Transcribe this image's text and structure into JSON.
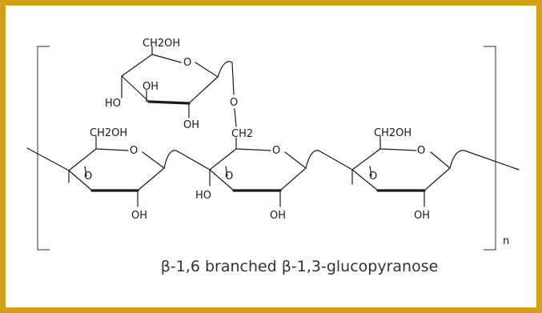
{
  "structure": {
    "caption": "β-1,6 branched β-1,3-glucopyranose",
    "repeat_subscript": "n",
    "labels": {
      "branch_ch2oh": "CH2OH",
      "branch_ring_o": "O",
      "branch_oh_upper": "OH",
      "branch_ho": "HO",
      "branch_oh_lower": "OH",
      "bridge_o": "O",
      "bridge_ch2": "CH2",
      "r1_ch2oh": "CH2OH",
      "r1_ring_o": "O",
      "r1_o3": "O",
      "r1_oh": "OH",
      "r2_ring_o": "O",
      "r2_o3": "O",
      "r2_ho": "HO",
      "r2_oh": "OH",
      "r3_ch2oh": "CH2OH",
      "r3_ring_o": "O",
      "r3_o3": "O",
      "r3_oh": "OH"
    }
  },
  "colors": {
    "frame_border": "#d4a017",
    "bond": "#1a1a1a",
    "caption_text": "#333333"
  }
}
